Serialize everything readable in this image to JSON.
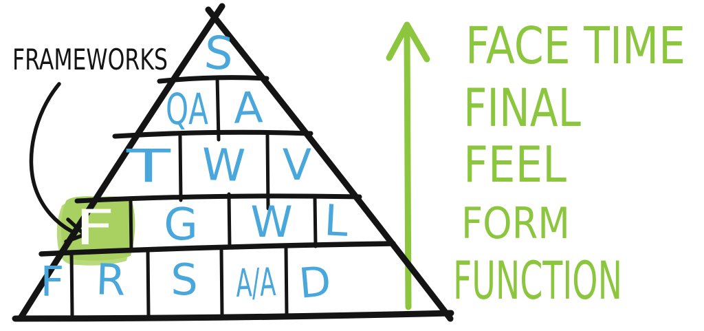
{
  "sketch_title": "Frameworks pyramid sketch",
  "colors": {
    "ink": "#141414",
    "letter_blue": "#49A7DC",
    "accent_green": "#8CC63E",
    "highlight_green": "#A9D162",
    "highlighted_letter": "#FCFCF6"
  },
  "annotation": {
    "label": "FRAMEWORKS",
    "points_to": "F cell on level 4"
  },
  "pyramid": {
    "rows": [
      {
        "level": 1,
        "cells": [
          {
            "letter": "S"
          }
        ]
      },
      {
        "level": 2,
        "cells": [
          {
            "letter": "QA"
          },
          {
            "letter": "A"
          }
        ]
      },
      {
        "level": 3,
        "cells": [
          {
            "letter": "T"
          },
          {
            "letter": "W"
          },
          {
            "letter": "V"
          }
        ]
      },
      {
        "level": 4,
        "cells": [
          {
            "letter": "F",
            "highlighted": true
          },
          {
            "letter": "G"
          },
          {
            "letter": "W"
          },
          {
            "letter": "L"
          }
        ]
      },
      {
        "level": 5,
        "cells": [
          {
            "letter": "F"
          },
          {
            "letter": "R"
          },
          {
            "letter": "S"
          },
          {
            "letter": "A/A"
          },
          {
            "letter": "D"
          }
        ]
      }
    ]
  },
  "scale": {
    "direction": "up",
    "labels": [
      "FACE TIME",
      "FINAL",
      "FEEL",
      "FORM",
      "FUNCTION"
    ]
  }
}
